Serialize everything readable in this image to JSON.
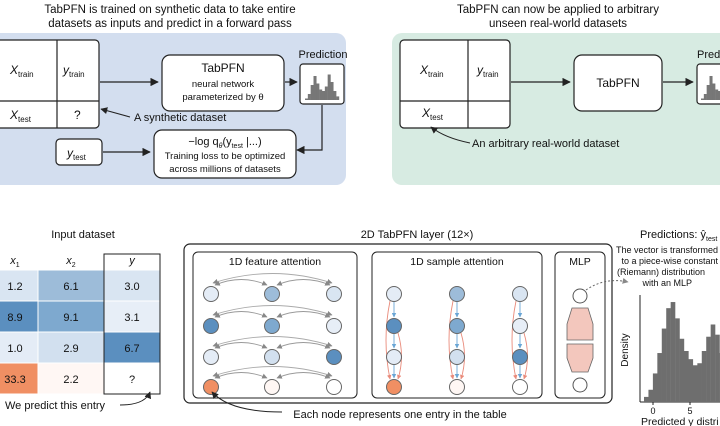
{
  "panel_a": {
    "title_line1": "TabPFN is trained on synthetic data to take entire",
    "title_line2": "datasets as inputs and predict in a forward pass",
    "x_train": "X",
    "x_train_sub": "train",
    "y_train": "y",
    "y_train_sub": "train",
    "x_test": "X",
    "x_test_sub": "test",
    "q_mark": "?",
    "synthetic_label": "A synthetic dataset",
    "model_title": "TabPFN",
    "model_line1": "neural network",
    "model_line2": "parameterized by θ",
    "prediction_label": "Prediction",
    "ytest": "y",
    "ytest_sub": "test",
    "loss_formula": "−log q",
    "loss_sub": "θ",
    "loss_args": "(y",
    "loss_args_sub": "test",
    "loss_args_end": " |...)",
    "loss_line1": "Training loss to be optimized",
    "loss_line2": "across millions of datasets"
  },
  "panel_b": {
    "title_line1": "TabPFN can now be applied to arbitrary",
    "title_line2": "unseen real-world datasets",
    "x_train": "X",
    "x_train_sub": "train",
    "y_train": "y",
    "y_train_sub": "train",
    "x_test": "X",
    "x_test_sub": "test",
    "model_title": "TabPFN",
    "prediction_label": "Predicti",
    "realworld_label": "An arbitrary real-world dataset"
  },
  "input_dataset": {
    "title": "Input dataset",
    "headers": [
      "x",
      "x",
      "y"
    ],
    "header_subs": [
      "1",
      "2",
      ""
    ],
    "rows": [
      [
        "1.2",
        "6.1",
        "3.0"
      ],
      [
        "8.9",
        "9.1",
        "3.1"
      ],
      [
        "1.0",
        "2.9",
        "6.7"
      ],
      [
        "33.3",
        "2.2",
        "?"
      ]
    ],
    "predict_label": "We predict this entry"
  },
  "layer": {
    "title": "2D TabPFN layer (12×)",
    "feature_attention": "1D feature attention",
    "sample_attention": "1D sample attention",
    "mlp": "MLP",
    "node_note": "Each node represents one entry in the table"
  },
  "predictions": {
    "title": "Predictions: ŷ",
    "title_sub": "test",
    "desc_line1": "The vector is transformed",
    "desc_line2": "to a piece-wise constant",
    "desc_line3": "(Riemann) distribution",
    "desc_line4": "with an MLP",
    "ylabel": "Density",
    "xlabel": "Predicted y distri",
    "ticks": [
      "0",
      "5"
    ]
  },
  "colors": {
    "panel_a_bg": "#d3deef",
    "panel_b_bg": "#d7ebe2",
    "node_blue_dark": "#5b8fbf",
    "node_blue_mid": "#9dbcd9",
    "node_blue_light": "#d9e5f2",
    "node_orange": "#f08f63",
    "arrow_blue": "#6aa6d6",
    "arrow_red": "#e98a7a"
  }
}
